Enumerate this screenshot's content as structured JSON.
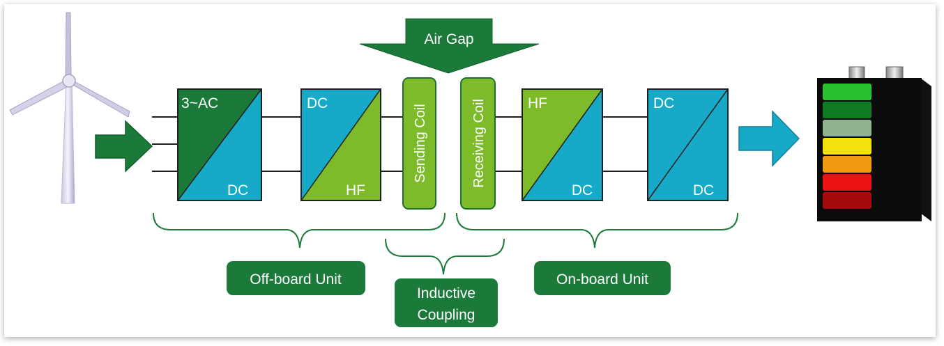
{
  "air_gap": "Air Gap",
  "converters": [
    {
      "top": "3~AC",
      "bottom": "DC"
    },
    {
      "top": "DC",
      "bottom": "HF"
    },
    {
      "top": "HF",
      "bottom": "DC"
    },
    {
      "top": "DC",
      "bottom": "DC"
    }
  ],
  "coils": {
    "sending": "Sending Coil",
    "receiving": "Receiving Coil"
  },
  "units": {
    "offboard": "Off-board Unit",
    "inductive_line1": "Inductive",
    "inductive_line2": "Coupling",
    "onboard": "On-board Unit"
  },
  "colors": {
    "dark_green": "#1b7a3a",
    "light_green": "#7dbb2a",
    "cyan": "#16a9c8",
    "line": "#1e1e1e"
  },
  "icons": [
    "wind-turbine-icon",
    "battery-icon"
  ]
}
